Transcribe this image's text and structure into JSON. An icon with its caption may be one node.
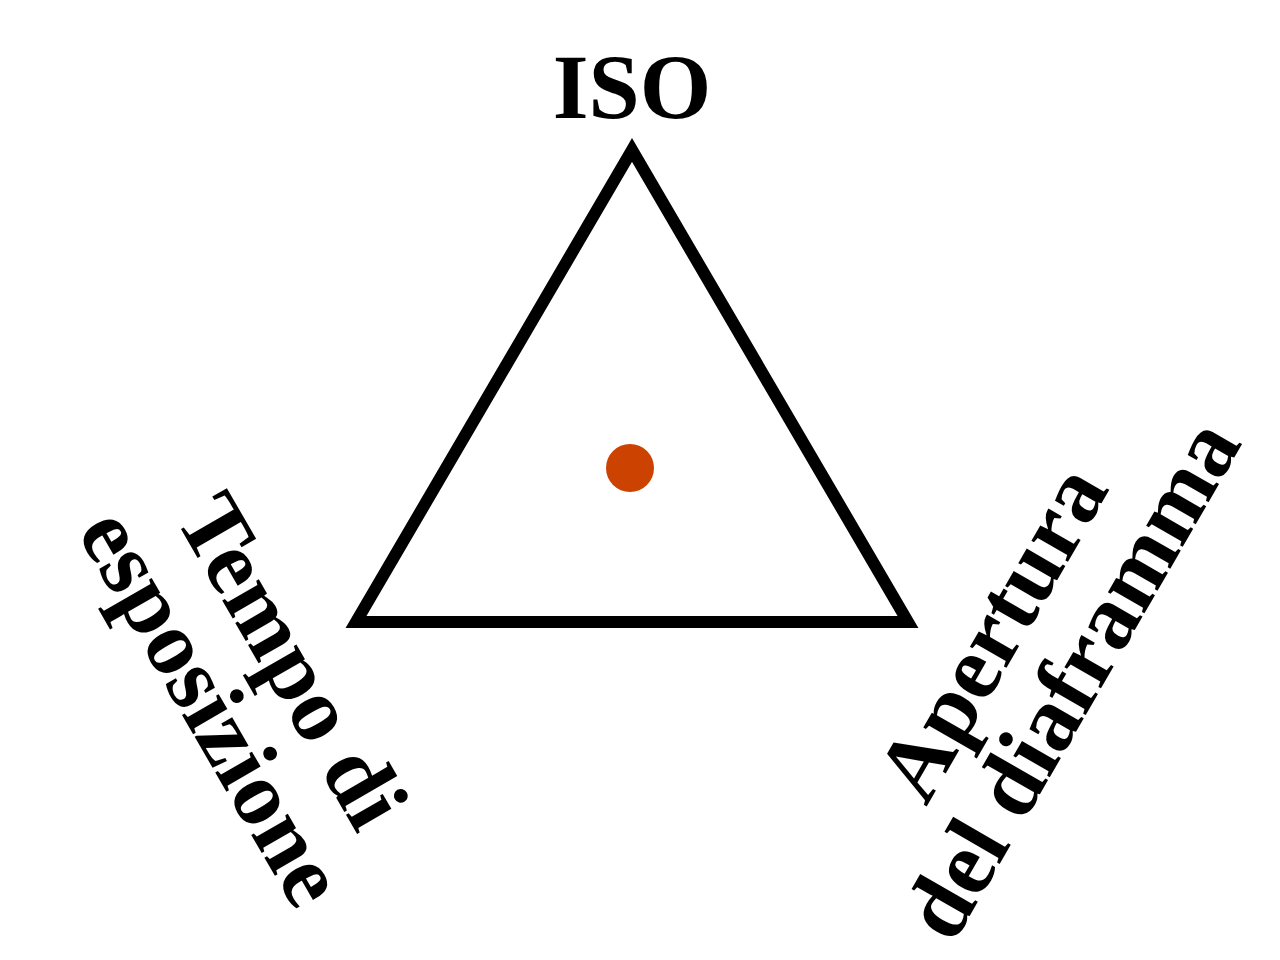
{
  "diagram": {
    "labels": [
      "ISO",
      "Tempo di esposizione",
      "Apertura del diaframma"
    ]
  }
}
